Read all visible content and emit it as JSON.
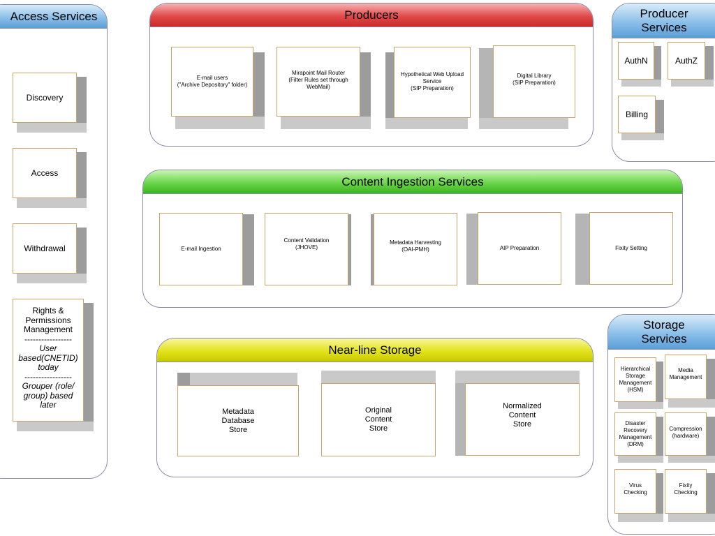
{
  "access_services": {
    "title": "Access Services",
    "discovery": "Discovery",
    "access": "Access",
    "withdrawal": "Withdrawal",
    "rights": [
      "Rights &",
      "Permissions",
      "Management",
      "-----------------",
      "User",
      "based(CNETID)",
      "today",
      "-----------------",
      "Grouper (role/",
      "group) based",
      "later"
    ]
  },
  "producers": {
    "title": "Producers",
    "email_users": [
      "E-mail users",
      "(\"Archive Depository\" folder)"
    ],
    "mirapoint": [
      "Mirapoint Mail Router",
      "(Filter Rules set through",
      "WebMail)"
    ],
    "web_upload": [
      "Hypothetical Web Upload",
      "Service",
      "(SIP Preparation)"
    ],
    "digital_library": [
      "Digital Library",
      "(SIP Preparation)"
    ]
  },
  "producer_services": {
    "title": [
      "Producer",
      "Services"
    ],
    "authn": "AuthN",
    "authz": "AuthZ",
    "billing": "Billing"
  },
  "ingestion": {
    "title": "Content Ingestion Services",
    "email_ingestion": "E-mail Ingestion",
    "content_validation": [
      "Content Validation",
      "(JHOVE)"
    ],
    "metadata_harvesting": [
      "Metadata Harvesting",
      "(OAI-PMH)"
    ],
    "aip_preparation": "AIP Preparation",
    "fixity_setting": "Fixity Setting"
  },
  "nearline": {
    "title": "Near-line Storage",
    "metadata_store": [
      "Metadata",
      "Database",
      "Store"
    ],
    "original_store": [
      "Original",
      "Content",
      "Store"
    ],
    "normalized_store": [
      "Normalized",
      "Content",
      "Store"
    ]
  },
  "storage_services": {
    "title": [
      "Storage",
      "Services"
    ],
    "hsm": [
      "Hierarchical",
      "Storage",
      "Management",
      "(HSM)"
    ],
    "media": [
      "Media",
      "Management"
    ],
    "drm": [
      "Disaster",
      "Recovery",
      "Management",
      "(DRM)"
    ],
    "compression": [
      "Compression",
      "(hardware)"
    ],
    "virus": [
      "Virus",
      "Checking"
    ],
    "fixity": [
      "Fixity",
      "Checking"
    ]
  }
}
